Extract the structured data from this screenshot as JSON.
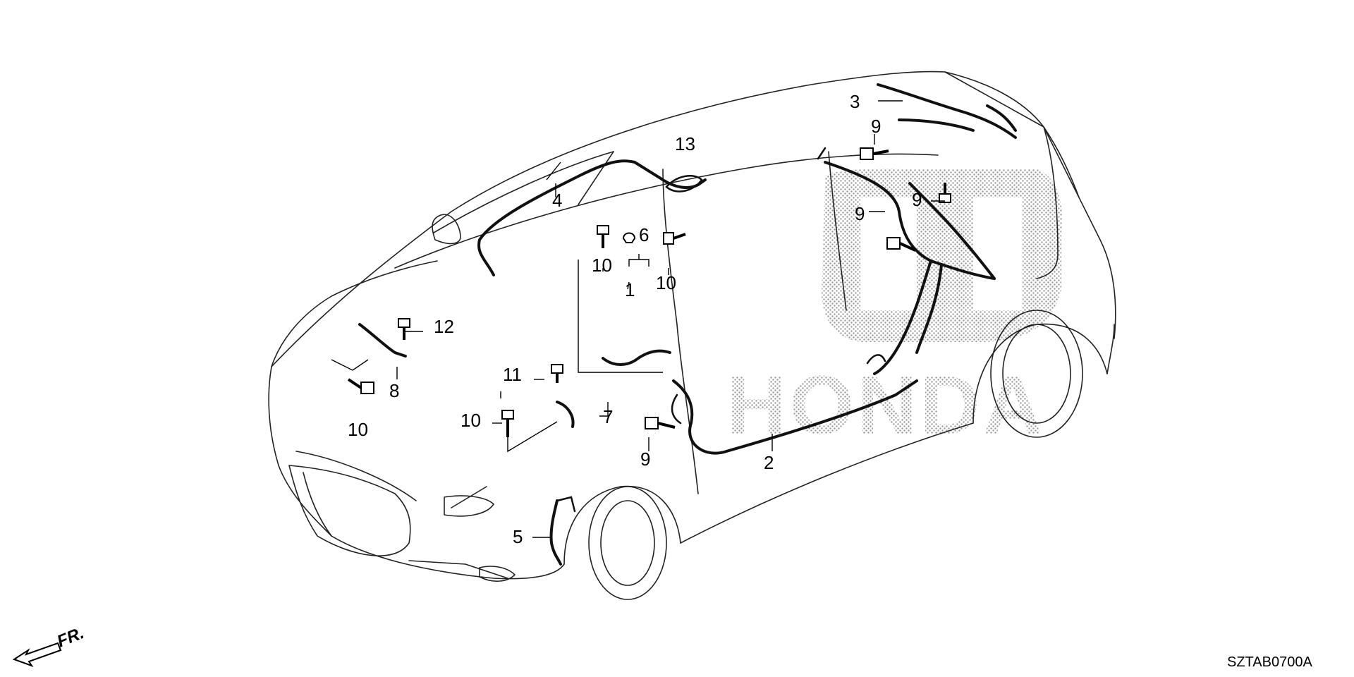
{
  "callouts": {
    "p1": "1",
    "p2": "2",
    "p3": "3",
    "p4": "4",
    "p5": "5",
    "p6": "6",
    "p7": "7",
    "p8": "8",
    "p9a": "9",
    "p9b": "9",
    "p9c": "9",
    "p9d": "9",
    "p10a": "10",
    "p10b": "10",
    "p10c": "10",
    "p10d": "10",
    "p11": "11",
    "p12": "12",
    "p13": "13"
  },
  "direction_label": "FR.",
  "diagram_code": "SZTAB0700A",
  "watermark_text": "HONDA"
}
